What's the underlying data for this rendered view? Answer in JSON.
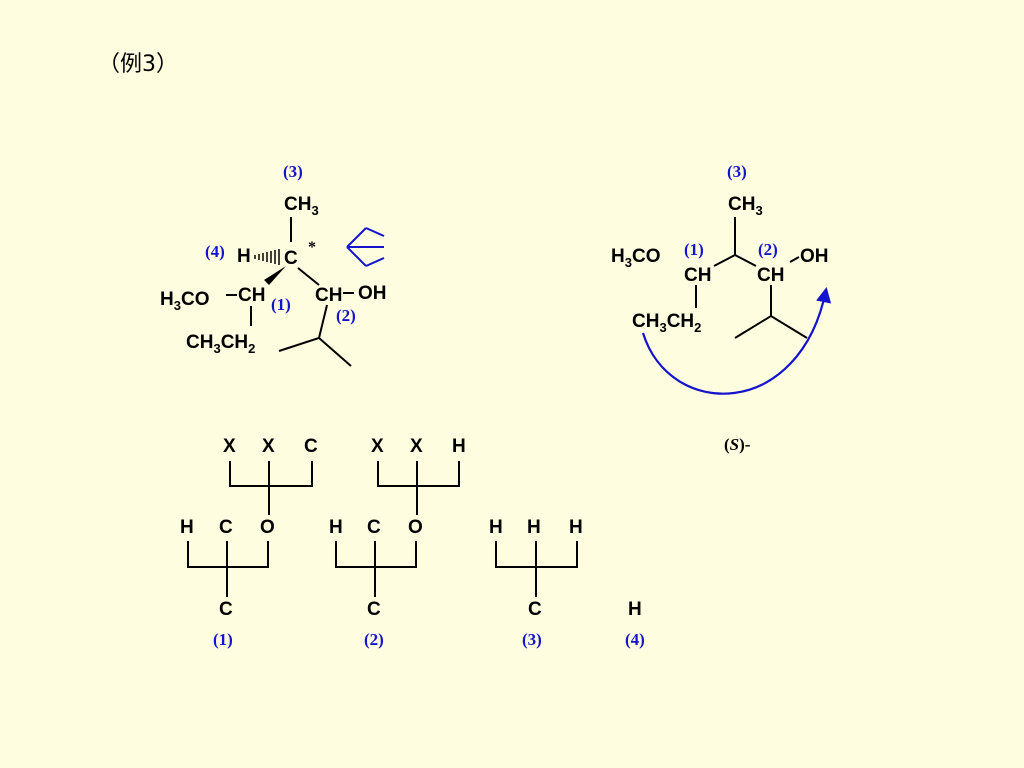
{
  "slide": {
    "title": "（例3）",
    "background": "#fffde0",
    "label_color": "#1414cc"
  },
  "left_molecule": {
    "priority_labels": {
      "p1": "(1)",
      "p2": "(2)",
      "p3": "(3)",
      "p4": "(4)"
    },
    "atoms": {
      "ch3_top": "CH",
      "ch3_top_sub": "3",
      "h": "H",
      "c_center": "C",
      "star": "*",
      "h3co_h": "H",
      "h3co_sub": "3",
      "h3co_rest": "CO",
      "ch_left": "CH",
      "ch_right": "CH",
      "oh": "OH",
      "ethyl_a": "CH",
      "ethyl_a_sub": "3",
      "ethyl_b": "CH",
      "ethyl_b_sub": "2"
    },
    "viewer_icon": "eye-arrow-icon"
  },
  "right_molecule": {
    "priority_labels": {
      "p1": "(1)",
      "p2": "(2)",
      "p3": "(3)"
    },
    "atoms": {
      "ch3_top": "CH",
      "ch3_top_sub": "3",
      "h3co_h": "H",
      "h3co_sub": "3",
      "h3co_rest": "CO",
      "ch_left": "CH",
      "ch_right": "CH",
      "oh": "OH",
      "ethyl_a": "CH",
      "ethyl_a_sub": "3",
      "ethyl_b": "CH",
      "ethyl_b_sub": "2"
    },
    "rotation_arrow": "curved-arrow-icon",
    "configuration": {
      "open": "(",
      "letter": "S",
      "close": ")-"
    }
  },
  "priority_trees": {
    "tree1": {
      "top": [
        "X",
        "X",
        "C"
      ],
      "mid": [
        "H",
        "C",
        "O"
      ],
      "root": "C",
      "label": "(1)"
    },
    "tree2": {
      "top": [
        "X",
        "X",
        "H"
      ],
      "mid": [
        "H",
        "C",
        "O"
      ],
      "root": "C",
      "label": "(2)"
    },
    "tree3": {
      "mid": [
        "H",
        "H",
        "H"
      ],
      "root": "C",
      "label": "(3)"
    },
    "tree4": {
      "root": "H",
      "label": "(4)"
    }
  }
}
